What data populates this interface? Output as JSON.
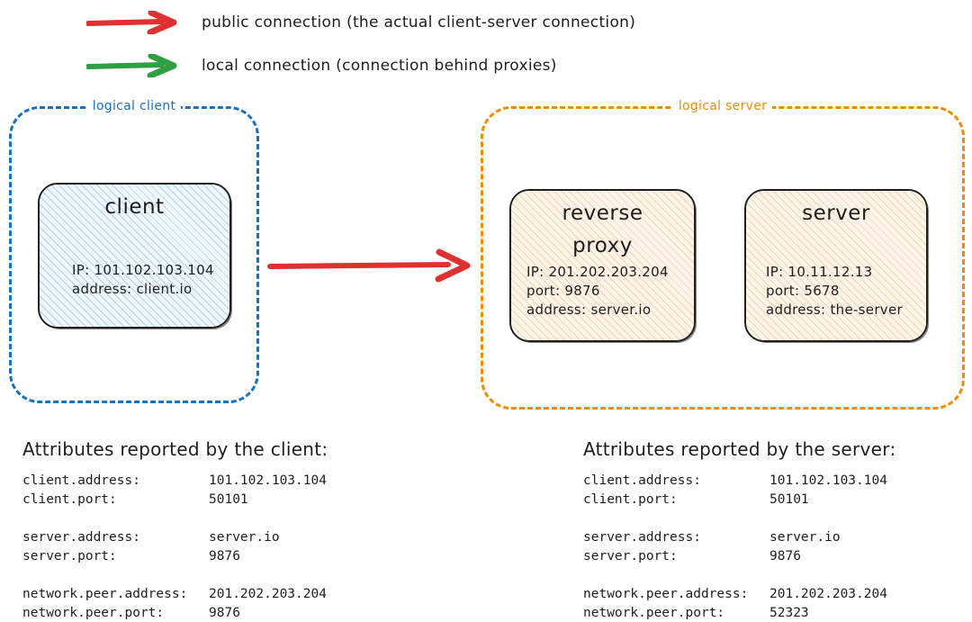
{
  "legend": {
    "items": [
      {
        "icon": "red-arrow-icon",
        "color": "#e03131",
        "label": "public connection (the actual client-server connection)"
      },
      {
        "icon": "green-arrow-icon",
        "color": "#2f9e44",
        "label": "local connection (connection behind proxies)"
      }
    ]
  },
  "colors": {
    "client_border": "#1971c2",
    "server_border": "#f08c00",
    "public_arrow": "#e03131",
    "local_arrow": "#2f9e44",
    "ink": "#1e1e1e",
    "client_fill": "#f0f8fd",
    "server_fill": "#fdf5ec"
  },
  "diagram": {
    "logical_client": {
      "label": "logical client",
      "node": {
        "title": "client",
        "lines": [
          "IP: 101.102.103.104",
          "address: client.io"
        ]
      }
    },
    "logical_server": {
      "label": "logical server",
      "nodes": [
        {
          "title": "reverse proxy",
          "title_line1": "reverse",
          "title_line2": "proxy",
          "lines": [
            "IP: 201.202.203.204",
            "port: 9876",
            "address: server.io"
          ]
        },
        {
          "title": "server",
          "lines": [
            "IP: 10.11.12.13",
            "port: 5678",
            "address: the-server"
          ]
        }
      ]
    },
    "connection_arrow": {
      "name": "public-connection-arrow",
      "color": "#e03131"
    }
  },
  "attributes": {
    "client_report": {
      "title": "Attributes reported by the client:",
      "rows": [
        {
          "key": "client.address:",
          "value": "101.102.103.104"
        },
        {
          "key": "client.port:",
          "value": "50101"
        },
        {
          "gap": true
        },
        {
          "key": "server.address:",
          "value": "server.io"
        },
        {
          "key": "server.port:",
          "value": "9876"
        },
        {
          "gap": true
        },
        {
          "key": "network.peer.address:",
          "value": "201.202.203.204"
        },
        {
          "key": "network.peer.port:",
          "value": "9876"
        }
      ]
    },
    "server_report": {
      "title": "Attributes reported by the server:",
      "rows": [
        {
          "key": "client.address:",
          "value": "101.102.103.104"
        },
        {
          "key": "client.port:",
          "value": "50101"
        },
        {
          "gap": true
        },
        {
          "key": "server.address:",
          "value": "server.io"
        },
        {
          "key": "server.port:",
          "value": "9876"
        },
        {
          "gap": true
        },
        {
          "key": "network.peer.address:",
          "value": "201.202.203.204"
        },
        {
          "key": "network.peer.port:",
          "value": "52323"
        }
      ]
    }
  }
}
